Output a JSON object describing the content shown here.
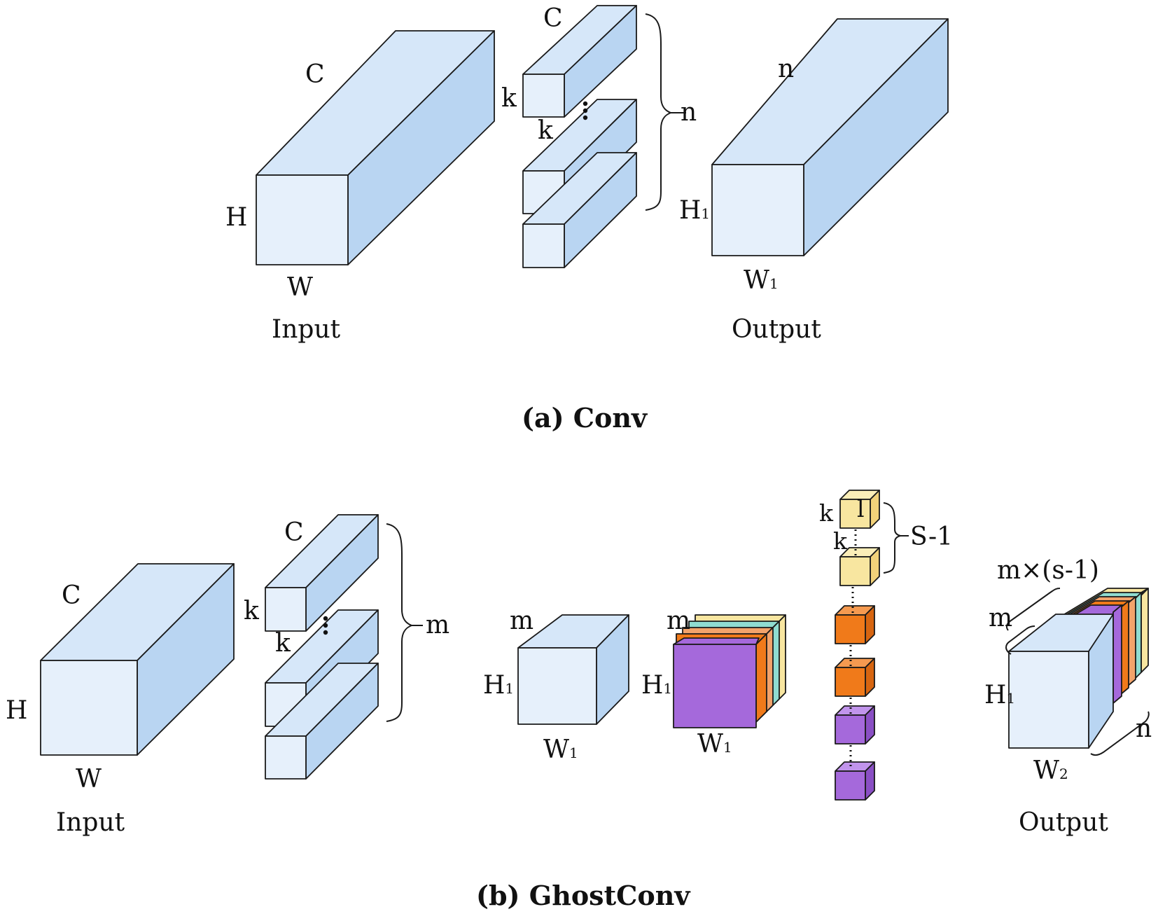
{
  "conv": {
    "caption": "(a) Conv",
    "input": {
      "label": "Input",
      "c": "C",
      "h": "H",
      "w": "W"
    },
    "kernel": {
      "c": "C",
      "k_side": "k",
      "k_bottom": "k",
      "n": "n"
    },
    "output": {
      "label": "Output",
      "n": "n",
      "h": "H",
      "h_sub": "1",
      "w": "W",
      "w_sub": "1"
    }
  },
  "ghost": {
    "caption": "(b) GhostConv",
    "input": {
      "label": "Input",
      "c": "C",
      "h": "H",
      "w": "W"
    },
    "kernel": {
      "c": "C",
      "k_side": "k",
      "k_bottom": "k",
      "m": "m"
    },
    "intermediate": {
      "m": "m",
      "h": "H",
      "h_sub": "1",
      "w": "W",
      "w_sub": "1"
    },
    "stacked": {
      "m": "m",
      "h": "H",
      "h_sub": "1",
      "w": "W",
      "w_sub": "1"
    },
    "cheap_ops": {
      "k_side": "k",
      "k_bottom": "k",
      "marker": "l",
      "s": "S-1"
    },
    "output": {
      "label": "Output",
      "mxs": "m×(s-1)",
      "m": "m",
      "h": "H",
      "h_sub": "1",
      "w": "W",
      "w_sub": "2",
      "n": "n"
    }
  },
  "colors": {
    "front": "#e6f0fb",
    "side": "#b9d5f2",
    "top": "#d6e7f9",
    "purple": "#a569db",
    "orange": "#f07a1a",
    "salmon": "#f2a36b",
    "teal": "#8fdcd1",
    "yellow": "#f8e6a0"
  }
}
